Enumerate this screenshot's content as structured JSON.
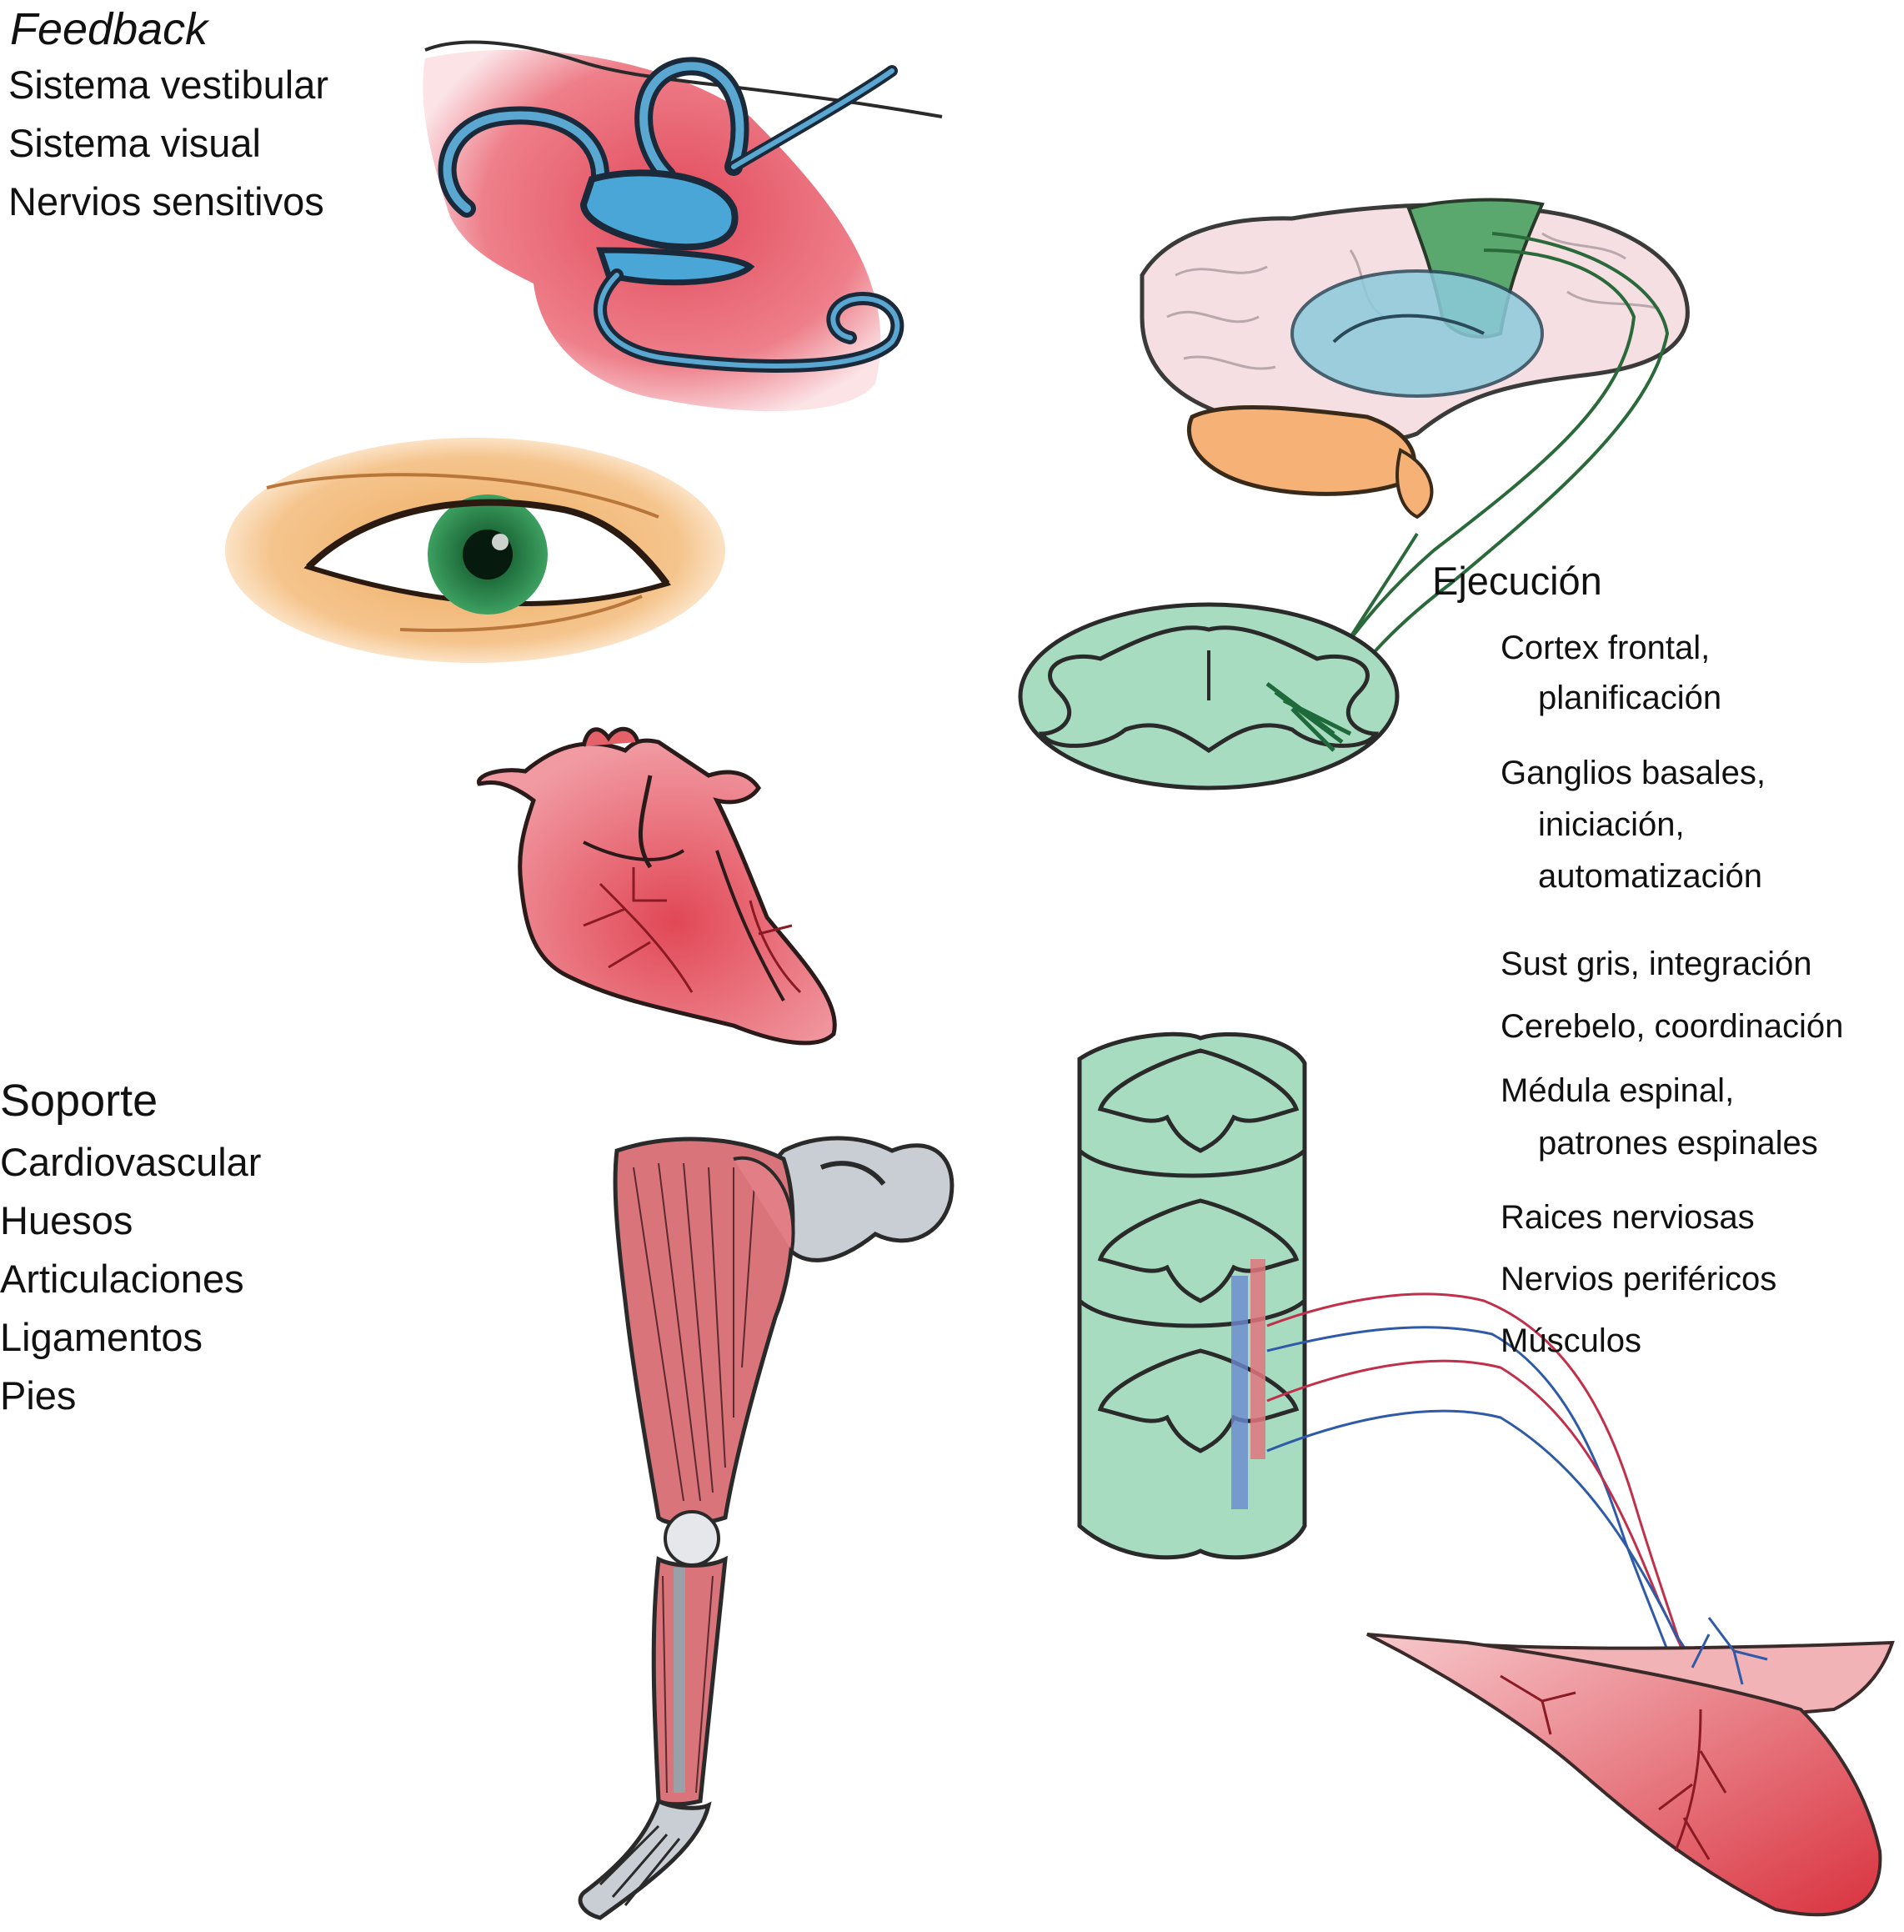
{
  "feedback": {
    "heading": "Feedback",
    "items": [
      "Sistema vestibular",
      "Sistema visual",
      "Nervios sensitivos"
    ]
  },
  "soporte": {
    "heading": "Soporte",
    "items": [
      "Cardiovascular",
      "Huesos",
      "Articulaciones",
      "Ligamentos",
      "Pies"
    ]
  },
  "ejecucion": {
    "heading": "Ejecución",
    "items": [
      {
        "line1": "Cortex frontal,",
        "line2": "planificación"
      },
      {
        "line1": "Ganglios basales,",
        "line2": "iniciación,",
        "line3": "automatización"
      },
      {
        "line1": "Sust gris, integración"
      },
      {
        "line1": "Cerebelo, coordinación"
      },
      {
        "line1": "Médula espinal,",
        "line2": "patrones espinales"
      },
      {
        "line1": "Raices nerviosas"
      },
      {
        "line1": "Nervios periféricos"
      },
      {
        "line1": "Músculos"
      }
    ]
  },
  "colors": {
    "inner_ear_bg": "#e9606e",
    "inner_ear_canal": "#4aa6d6",
    "eye_skin": "#f1b56b",
    "iris": "#2e8a4a",
    "heart": "#e4616a",
    "brain": "#f6d9dc",
    "motor_cortex": "#5aa86e",
    "basal_ganglia": "#7cc3d6",
    "cerebellum": "#f6b276",
    "spinal_cord": "#a8dcc0",
    "bone": "#c9cdd4",
    "muscle": "#d9747a",
    "nerve_blue": "#2e5aa8",
    "nerve_red": "#c0304a"
  },
  "icons": [
    "inner-ear-icon",
    "eye-icon",
    "heart-icon",
    "brain-icon",
    "spinal-cord-section-icon",
    "leg-skeleton-icon",
    "spinal-cord-column-icon",
    "muscle-icon"
  ]
}
